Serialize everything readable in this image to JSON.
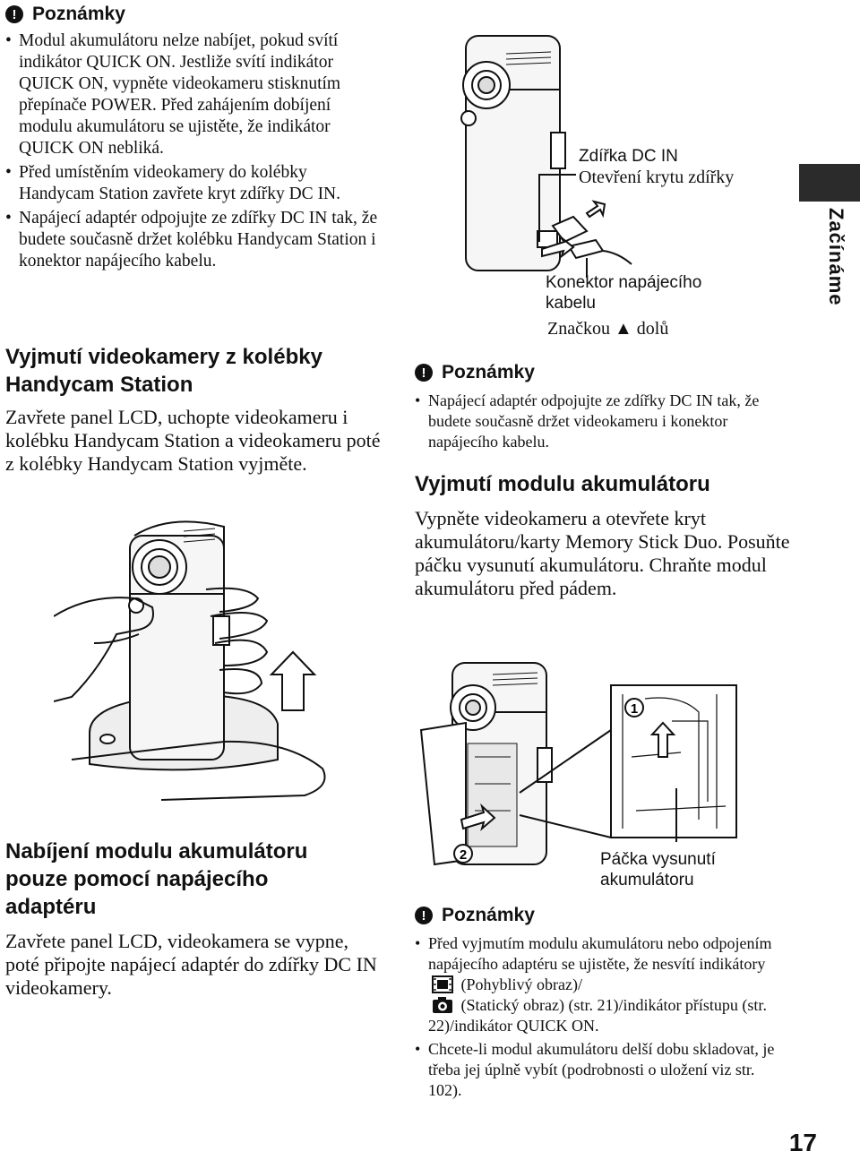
{
  "left_notes": {
    "heading": "Poznámky",
    "items": [
      "Modul akumulátoru nelze nabíjet, pokud svítí indikátor QUICK ON. Jestliže svítí indikátor QUICK ON, vypněte videokameru stisknutím přepínače POWER. Před zahájením dobíjení modulu akumulátoru se ujistěte, že indikátor QUICK ON nebliká.",
      "Před umístěním videokamery do kolébky Handycam Station zavřete kryt zdířky DC IN.",
      "Napájecí adaptér odpojujte ze zdířky DC IN tak, že budete současně držet kolébku Handycam Station i konektor napájecího kabelu."
    ]
  },
  "section_remove_camera": {
    "heading_line1": "Vyjmutí videokamery z kolébky",
    "heading_line2": "Handycam Station",
    "body": "Zavřete panel LCD, uchopte videokameru i kolébku Handycam Station a videokameru poté z kolébky Handycam Station vyjměte."
  },
  "section_charge_adapter": {
    "heading_line1": "Nabíjení modulu akumulátoru",
    "heading_line2": "pouze pomocí napájecího",
    "heading_line3": "adaptéru",
    "body": "Zavřete panel LCD, videokamera se vypne, poté připojte napájecí adaptér do zdířky DC IN videokamery."
  },
  "figure_dc": {
    "label_dc_in": "Zdířka DC IN",
    "label_open_cover": "Otevření krytu zdířky",
    "label_connector_line1": "Konektor napájecího",
    "label_connector_line2": "kabelu",
    "label_mark_prefix": "Značkou",
    "label_mark_glyph": "▲",
    "label_mark_suffix": "dolů"
  },
  "right_notes_1": {
    "heading": "Poznámky",
    "items": [
      "Napájecí adaptér odpojujte ze zdířky DC IN tak, že budete současně držet videokameru i konektor napájecího kabelu."
    ]
  },
  "section_remove_battery": {
    "heading": "Vyjmutí modulu akumulátoru",
    "body": "Vypněte videokameru a otevřete kryt akumulátoru/karty Memory Stick Duo. Posuňte páčku vysunutí akumulátoru. Chraňte modul akumulátoru před pádem."
  },
  "figure_battery": {
    "step1": "1",
    "step2": "2",
    "label_lever_line1": "Páčka vysunutí",
    "label_lever_line2": "akumulátoru"
  },
  "right_notes_2": {
    "heading": "Poznámky",
    "item1_part1": "Před vyjmutím modulu akumulátoru nebo odpojením napájecího adaptéru se ujistěte, že nesvítí indikátory",
    "item1_part2": "(Pohyblivý obraz)/",
    "item1_part3": "(Statický obraz) (str. 21)/indikátor přístupu (str. 22)/indikátor QUICK ON.",
    "item2": "Chcete-li modul akumulátoru delší dobu skladovat, je třeba jej úplně vybít (podrobnosti o uložení viz str. 102)."
  },
  "side_tab": "Začínáme",
  "page_number": "17"
}
